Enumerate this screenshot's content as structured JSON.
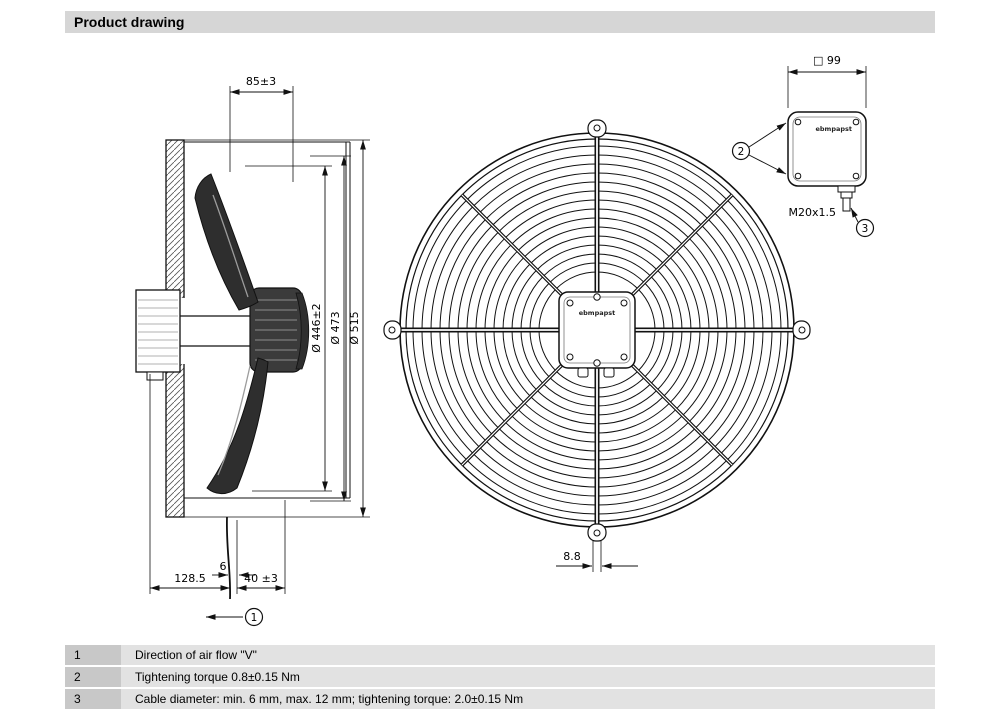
{
  "header": {
    "title": "Product drawing"
  },
  "side_view": {
    "dim_top": "85±3",
    "dim_d1": "Ø 446±2",
    "dim_d2": "Ø 473",
    "dim_d3": "Ø 515",
    "dim_depth": "128.5",
    "dim_six": "6",
    "dim_front": "40 ±3",
    "callout_1": "1"
  },
  "front_view": {
    "dim_hole": "8.8"
  },
  "terminal_box": {
    "dim_square": "□ 99",
    "thread": "M20x1.5",
    "callout_2": "2",
    "callout_3": "3"
  },
  "brand": "ebmpapst",
  "table": {
    "rows": [
      {
        "num": "1",
        "text": "Direction of air flow \"V\""
      },
      {
        "num": "2",
        "text": "Tightening torque 0.8±0.15 Nm"
      },
      {
        "num": "3",
        "text": "Cable diameter: min. 6 mm, max. 12 mm; tightening torque: 2.0±0.15 Nm"
      }
    ]
  }
}
